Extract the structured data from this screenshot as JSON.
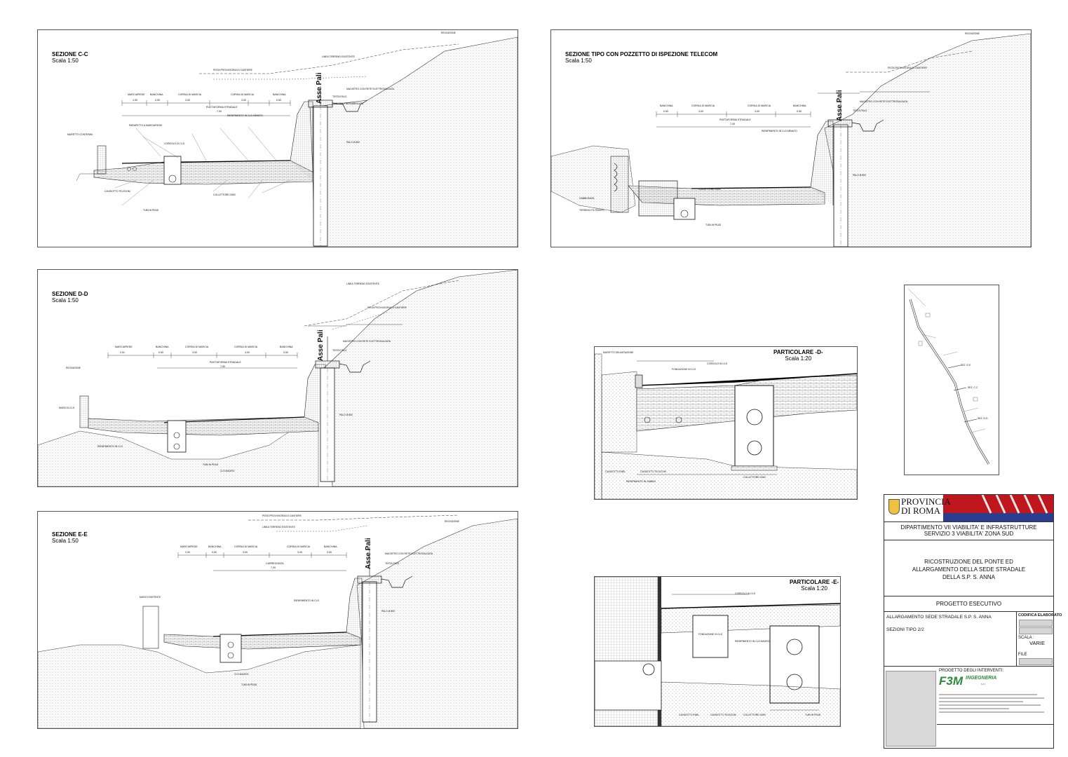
{
  "sections": {
    "cc": {
      "title": "SEZIONE C-C",
      "scale": "Scala 1:50",
      "asse": "Asse Pali",
      "dims": {
        "marciapiede": "MARCIAPIEDE",
        "banchina": "BANCHINA",
        "corsia": "CORSIA DI MARCIA",
        "v1": "1,50",
        "v2": "0,50",
        "v3": "3,00",
        "v4": "3,00",
        "v5": "0,50",
        "carr": "PIATTAFORMA STRADALE",
        "carrv": "7,00"
      },
      "notes": [
        "LINEA TERRENO ESISTENTE",
        "PISTA PROVVISORIA DI CANTIERE",
        "MAGISTRO CON RETE ELETTROSALDATA",
        "TESTA PALO",
        "CUNETTA PREFABBRICATA",
        "PALO Ø 800",
        "RIEMPIMENTO IN CLS ARMATO",
        "PARAPETTO A MARCIAPIEDE",
        "CORDOLO DI CLS",
        "COLLETTORE D500",
        "CAVIDOTTO TELECOM",
        "TUBI IN PEAD",
        "RECINZIONE",
        "MURETTO CONTENIM."
      ]
    },
    "tel": {
      "title": "SEZIONE TIPO CON POZZETTO DI ISPEZIONE TELECOM",
      "scale": "Scala 1:50",
      "asse": "Asse Pali",
      "dims": {
        "banchina": "BANCHINA",
        "corsia": "CORSIA DI MARCIA",
        "v1": "0,50",
        "v2": "3,00",
        "v3": "3,00",
        "v4": "0,50",
        "carr": "PIATTAFORMA STRADALE",
        "carrv": "7,00"
      },
      "notes": [
        "RECINZIONE",
        "PISTA PROVVISORIA DI CANTIERE",
        "MAGISTRO CON RETE ELETTROSALDATA",
        "TESTA PALO",
        "PALO Ø 800",
        "RIEMPIMENTO IN CLS ARMATO",
        "GABBIONATA",
        "TERRENO FILTRANTE",
        "COLLETTORE D500",
        "TUBI IN PEAD"
      ]
    },
    "dd": {
      "title": "SEZIONE D-D",
      "scale": "Scala 1:50",
      "asse": "Asse Pali",
      "dims": {
        "marciapiede": "MARCIAPIEDE",
        "banchina": "BANCHINA",
        "corsia": "CORSIA DI MARCIA",
        "v1": "2,51",
        "v2": "0,50",
        "v3": "3,00",
        "v4": "3,00",
        "v5": "0,50",
        "carr": "PIATTAFORMA STRADALE",
        "carrv": "7,00"
      },
      "notes": [
        "LINEA TERRENO ESISTENTE",
        "PISTA PROVVISORIA DI CANTIERE",
        "MAGISTRO CON RETE ELETTROSALDATA",
        "TESTA PALO",
        "PALO Ø 800",
        "RECINZIONE",
        "MURO IN CLS",
        "RIEMPIMENTO IN CLS",
        "CLS MAGRO",
        "TUBI IN PEAD"
      ]
    },
    "ee": {
      "title": "SEZIONE E-E",
      "scale": "Scala 1:50",
      "asse": "Asse Pali",
      "dims": {
        "marciapiede": "MARCIAPIEDE",
        "banchina": "BANCHINA",
        "corsia": "CORSIA DI MARCIA",
        "v1": "2,00",
        "v2": "0,50",
        "v3": "3,00",
        "v4": "3,00",
        "v5": "0,50",
        "carr": "CARREGGIATA",
        "carrv": "7,00"
      },
      "notes": [
        "PISTA PROVVISORIA DI CANTIERE",
        "LINEA TERRENO ESISTENTE",
        "MAGISTRO CON RETE ELETTROSALDATA",
        "TESTA PALO",
        "PALO Ø 800",
        "MURO ESISTENTE",
        "RIEMPIMENTO IN CLS",
        "CLS MAGRO",
        "TUBI IN PEAD",
        "RECINZIONE"
      ]
    },
    "pd": {
      "title": "PARTICOLARE -D-",
      "scale": "Scala 1:20",
      "notes": [
        "MURETTO DELIMITAZIONE",
        "CORDOLO IN CLS",
        "FONDAZIONE IN CLS",
        "COLLETTORE D500",
        "CAVIDOTTO TELECOM",
        "CAVIDOTTO ENEL",
        "RIEMPIMENTO IN GABBIO"
      ]
    },
    "pe": {
      "title": "PARTICOLARE -E-",
      "scale": "Scala 1:20",
      "notes": [
        "CORDOLO IN CLS",
        "FONDAZIONE IN CLS",
        "RIEMPIMENTO IN CLS MAGRO",
        "CAVIDOTTO ENEL",
        "CAVIDOTTO TELECOM",
        "COLLETTORE D500",
        "TUBI IN PEAD"
      ]
    }
  },
  "map": {
    "labels": [
      "SEZ. E-E",
      "SEZ. C-C",
      "SEZ. D-D"
    ]
  },
  "titleblock": {
    "org_line1": "PROVINCIA",
    "org_line2": "DI ROMA",
    "department": "DIPARTIMENTO VII VIABILITA' E INFRASTRUTTURE",
    "service": "SERVIZIO 3 VIABILITA' ZONA SUD",
    "project_l1": "RICOSTRUZIONE DEL PONTE ED",
    "project_l2": "ALLARGAMENTO DELLA SEDE STRADALE",
    "project_l3": "DELLA S.P. S. ANNA",
    "phase": "PROGETTO ESECUTIVO",
    "subject": "ALLARGAMENTO SEDE STRADALE S.P. S. ANNA",
    "sheet": "SEZIONI TIPO 2/2",
    "code_label": "CODIFICA ELABORATO",
    "scale_label": "SCALA :",
    "scale_value": "VARIE",
    "file_label": "FILE",
    "design_label": "PROGETTO DEGLI INTERVENTI:",
    "firm": "F3M",
    "firm_sub": "INGEGNERIA",
    "firm_sub2": "s.r.l."
  },
  "colors": {
    "red": "#c0171f",
    "blue": "#2b3d8f",
    "green": "#2e8b3a",
    "hatch": "#888888"
  }
}
